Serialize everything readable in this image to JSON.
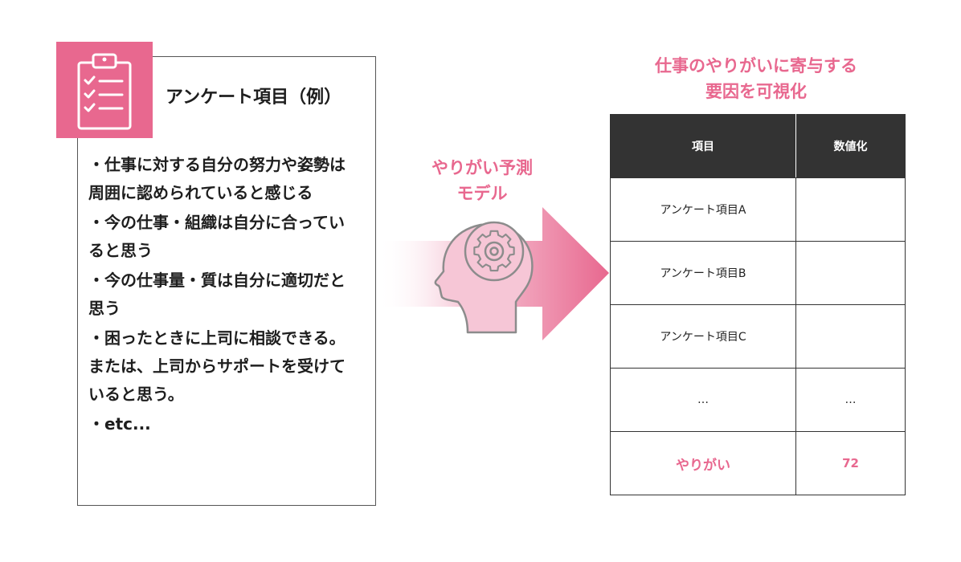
{
  "survey": {
    "title": "アンケート項目（例）",
    "items": [
      "・仕事に対する自分の努力や姿勢は周囲に認められていると感じる",
      "・今の仕事・組織は自分に合っていると思う",
      "・今の仕事量・質は自分に適切だと思う",
      "・困ったときに上司に相談できる。または、上司からサポートを受けていると思う。",
      "・etc..."
    ],
    "icon": "clipboard-checklist-icon"
  },
  "model": {
    "line1": "やりがい予測",
    "line2": "モデル",
    "icon": "head-gear-icon"
  },
  "result": {
    "title_line1": "仕事のやりがいに寄与する",
    "title_line2": "要因を可視化",
    "headers": [
      "項目",
      "数値化"
    ],
    "rows": [
      [
        "アンケート項目A",
        ""
      ],
      [
        "アンケート項目B",
        ""
      ],
      [
        "アンケート項目C",
        ""
      ],
      [
        "…",
        "…"
      ]
    ],
    "target_row": [
      "やりがい",
      "72"
    ]
  },
  "colors": {
    "accent": "#e8688f",
    "header_bg": "#333333"
  }
}
